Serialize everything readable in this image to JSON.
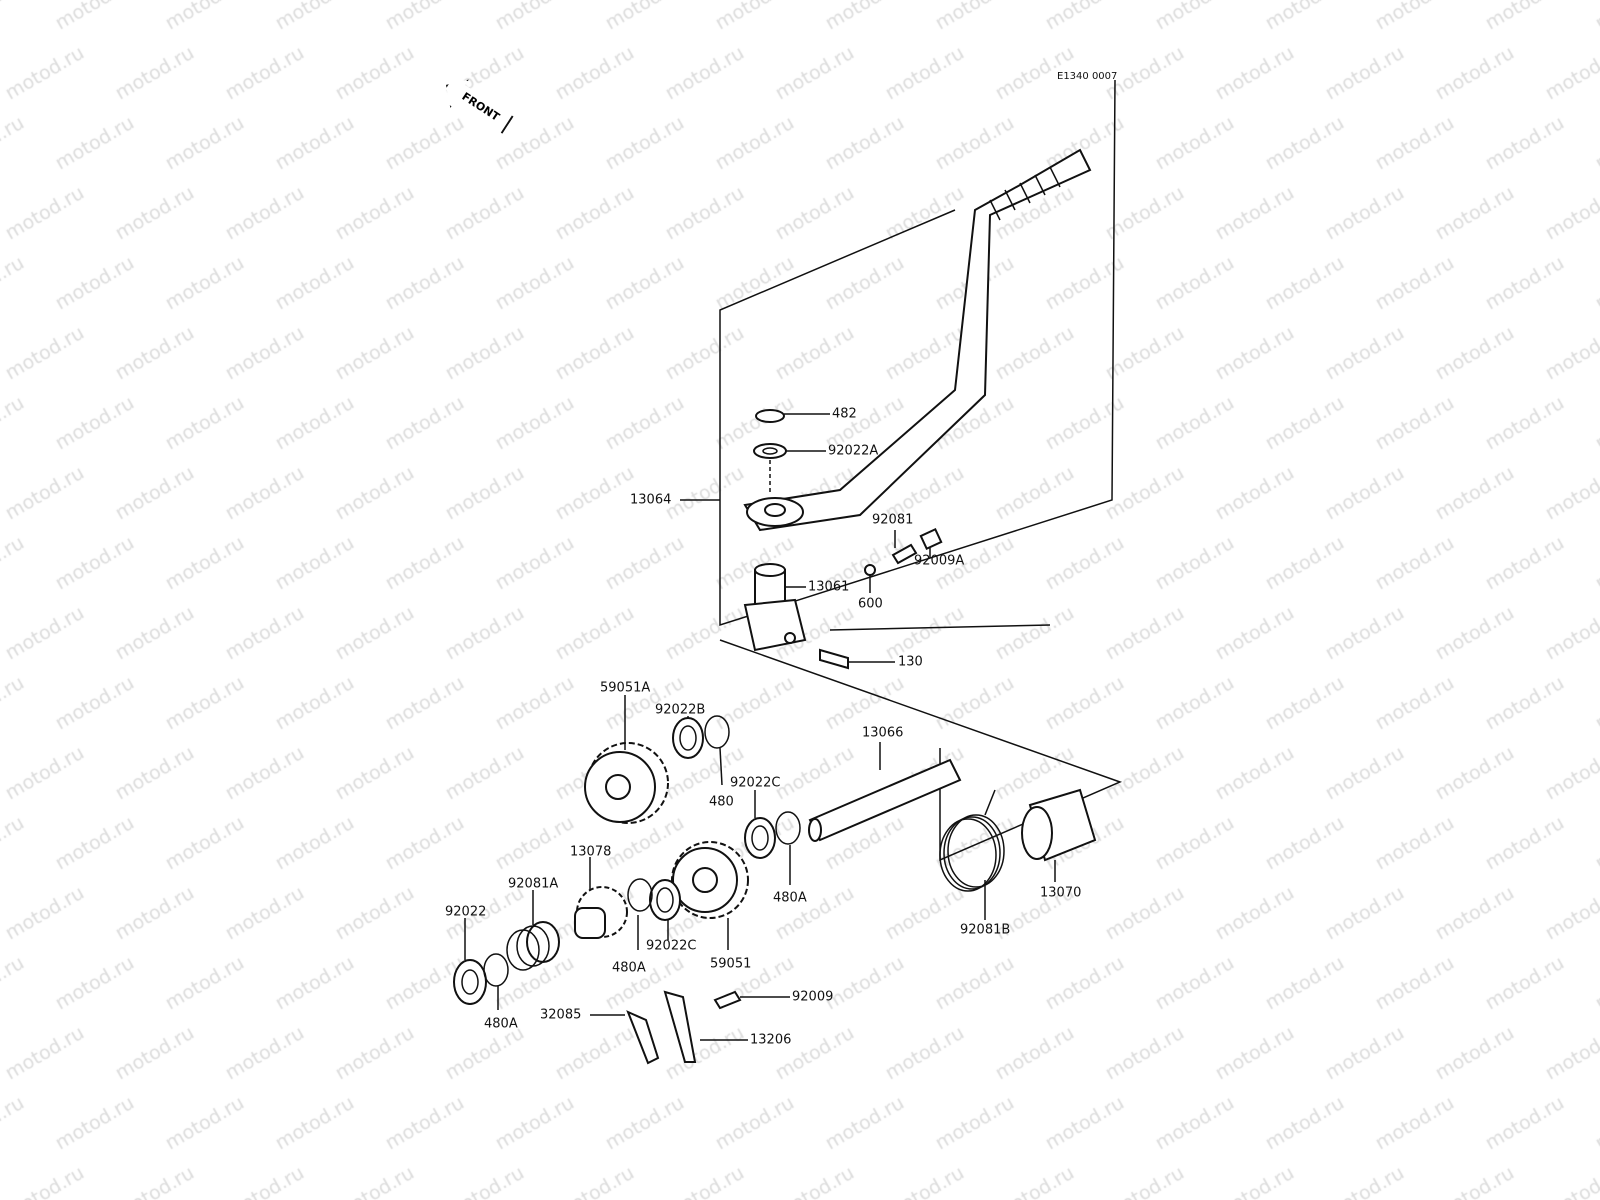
{
  "watermark": "motod.ru",
  "diagram_code": "E1340 0007",
  "front_arrow": "FRONT",
  "labels": {
    "l482": "482",
    "l92022A": "92022A",
    "l13064": "13064",
    "l92081": "92081",
    "l92009A": "92009A",
    "l13061": "13061",
    "l600": "600",
    "l130": "130",
    "l59051A": "59051A",
    "l92022B": "92022B",
    "l480": "480",
    "l13066": "13066",
    "l92022C_a": "92022C",
    "l480A_a": "480A",
    "l13078": "13078",
    "l92081A": "92081A",
    "l92022": "92022",
    "l480A_b": "480A",
    "l92022C_b": "92022C",
    "l59051": "59051",
    "l92081B": "92081B",
    "l13070": "13070",
    "l32085": "32085",
    "l92009": "92009",
    "l13206": "13206",
    "l480A_c": "480A"
  }
}
